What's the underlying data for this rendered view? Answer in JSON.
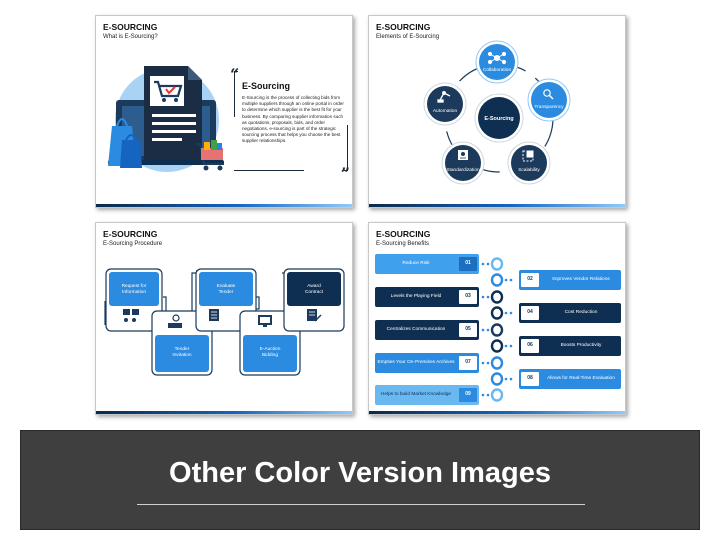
{
  "banner": {
    "text": "Other Color Version Images"
  },
  "colors": {
    "navy": "#1b3a5c",
    "dark_navy": "#0f2f52",
    "accent_blue": "#2b8be0",
    "light_blue": "#6ab8f0",
    "banner_bg": "#3f3f3f"
  },
  "slides": [
    {
      "title": "E-SOURCING",
      "subtitle": "What is E-Sourcing?",
      "heading": "E-Sourcing",
      "body": "E-Sourcing is the process of collecting bids from multiple suppliers through an online portal in order to determine which supplier is the best fit for your business. By comparing supplier information such as quotations, proposals, bids, and order negotiations, e-sourcing is part of the strategic sourcing process that helps you choose the best supplier relationships.",
      "quote_open": "“",
      "quote_close": "”"
    },
    {
      "title": "E-SOURCING",
      "subtitle": "Elements of E-Sourcing",
      "center": "E-Sourcing",
      "elements": [
        "Collaboration",
        "Transparency",
        "Scalability",
        "Standardization",
        "Automation"
      ]
    },
    {
      "title": "E-SOURCING",
      "subtitle": "E-Sourcing Procedure",
      "steps": [
        "Request for Information",
        "Tender Invitation",
        "Evaluate Tender",
        "E-Auction Bidding",
        "Award Contract"
      ]
    },
    {
      "title": "E-SOURCING",
      "subtitle": "E-Sourcing Benefits",
      "left": [
        {
          "num": "01",
          "label": "Reduce Risk"
        },
        {
          "num": "03",
          "label": "Levels the Playing Field"
        },
        {
          "num": "05",
          "label": "Centralizes Communication"
        },
        {
          "num": "07",
          "label": "Empties Your On-Premises Archives"
        },
        {
          "num": "09",
          "label": "Helps to build Market Knowledge"
        }
      ],
      "right": [
        {
          "num": "02",
          "label": "Improves Vendor Relations"
        },
        {
          "num": "04",
          "label": "Cost Reduction"
        },
        {
          "num": "06",
          "label": "Boosts Productivity"
        },
        {
          "num": "08",
          "label": "Allows for Real-Time Evaluation"
        }
      ]
    }
  ],
  "icons": [
    "shopping-cart-icon",
    "shopping-bag-icon",
    "document-icon",
    "robot-arm-icon",
    "people-network-icon",
    "magnifier-icon",
    "scale-icon",
    "certificate-icon",
    "question-icon",
    "hand-gear-icon",
    "checklist-icon",
    "monitor-icon",
    "contract-icon"
  ]
}
